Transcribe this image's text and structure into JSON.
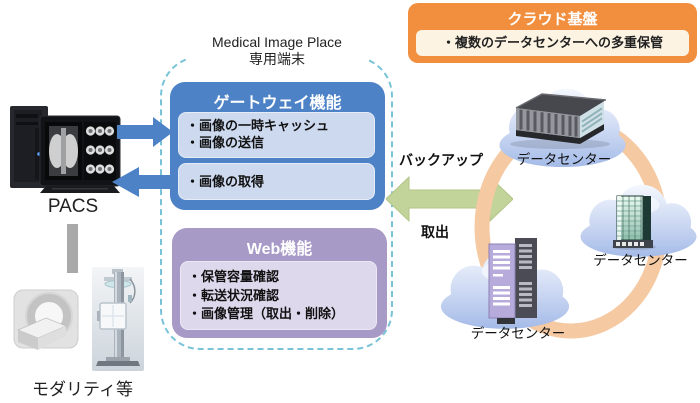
{
  "left_panel": {
    "pacs_label": "PACS",
    "modality_label": "モダリティ等"
  },
  "terminal": {
    "title_line1": "Medical Image Place",
    "title_line2": "専用端末",
    "gateway": {
      "header": "ゲートウェイ機能",
      "cache_items": [
        "・画像の一時キャッシュ",
        "・画像の送信"
      ],
      "fetch_items": [
        "・画像の取得"
      ]
    },
    "web": {
      "header": "Web機能",
      "items": [
        "・保管容量確認",
        "・転送状況確認",
        "・画像管理（取出・削除）"
      ]
    }
  },
  "transfer": {
    "backup_label": "バックアップ",
    "retrieve_label": "取出"
  },
  "cloud_platform": {
    "header": "クラウド基盤",
    "note": "・複数のデータセンターへの多重保管",
    "datacenter_labels": [
      "データセンター",
      "データセンター",
      "データセンター"
    ]
  },
  "colors": {
    "gateway_blue": "#4d82c6",
    "gateway_item_bg": "#ccd9ee",
    "web_purple": "#a79ac7",
    "web_item_bg": "#ded8ec",
    "cloud_orange": "#f28f3e",
    "cloud_note_bg": "#fdf3e2",
    "arrow_blue": "#4d82c6",
    "arrow_green": "#c2d49a",
    "ring_orange": "#f5c9a2",
    "dashed_border": "#79c3d8"
  }
}
